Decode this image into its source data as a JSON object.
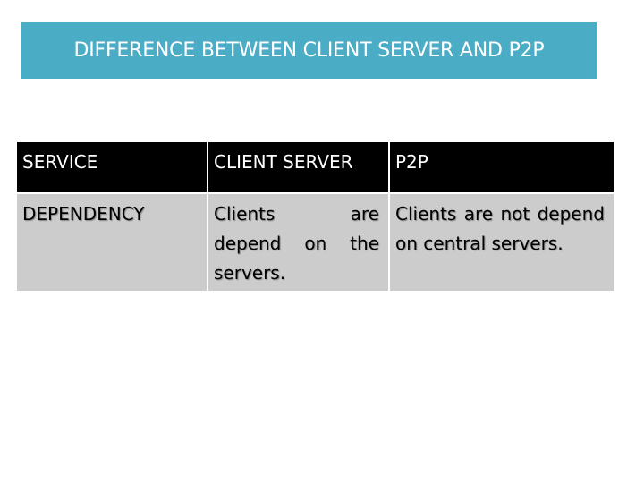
{
  "slide": {
    "title": "DIFFERENCE BETWEEN CLIENT SERVER AND P2P",
    "title_bg": "#4bacc6"
  },
  "table": {
    "headers": [
      "SERVICE",
      "CLIENT SERVER",
      "P2P"
    ],
    "rows": [
      [
        "DEPENDENCY",
        "Clients are depend on the servers.",
        "Clients are not depend on central servers."
      ]
    ]
  }
}
